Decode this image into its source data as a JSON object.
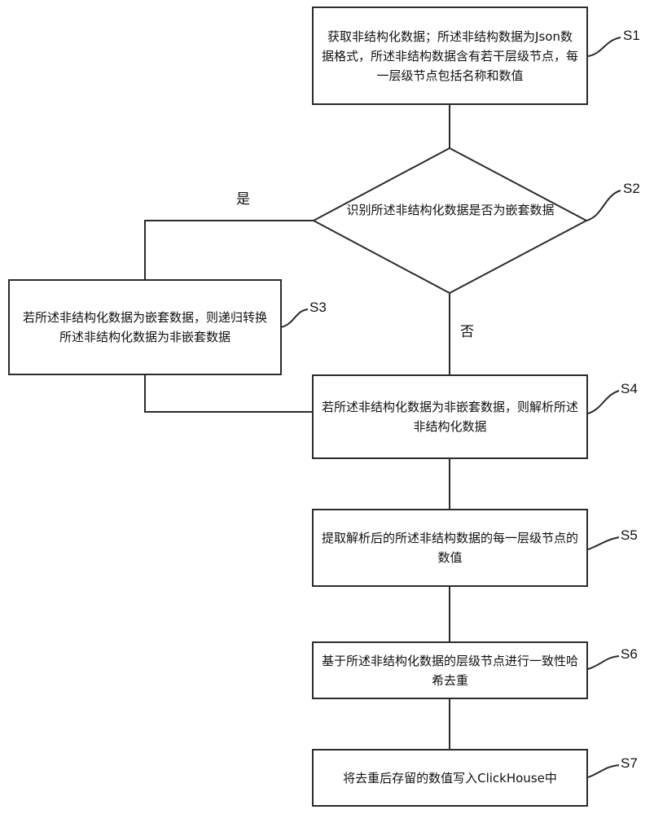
{
  "steps": {
    "s1": {
      "id": "S1",
      "text": "获取非结构化数据；所述非结构数据为Json数据格式，所述非结构数据含有若干层级节点，每一层级节点包括名称和数值"
    },
    "s2": {
      "id": "S2",
      "text": "识别所述非结构化数据是否为嵌套数据"
    },
    "s3": {
      "id": "S3",
      "text": "若所述非结构化数据为嵌套数据，则递归转换所述非结构化数据为非嵌套数据"
    },
    "s4": {
      "id": "S4",
      "text": "若所述非结构化数据为非嵌套数据，则解析所述非结构化数据"
    },
    "s5": {
      "id": "S5",
      "text": "提取解析后的所述非结构数据的每一层级节点的数值"
    },
    "s6": {
      "id": "S6",
      "text": "基于所述非结构化数据的层级节点进行一致性哈希去重"
    },
    "s7": {
      "id": "S7",
      "text": "将去重后存留的数值写入ClickHouse中"
    }
  },
  "branches": {
    "yes": "是",
    "no": "否"
  }
}
